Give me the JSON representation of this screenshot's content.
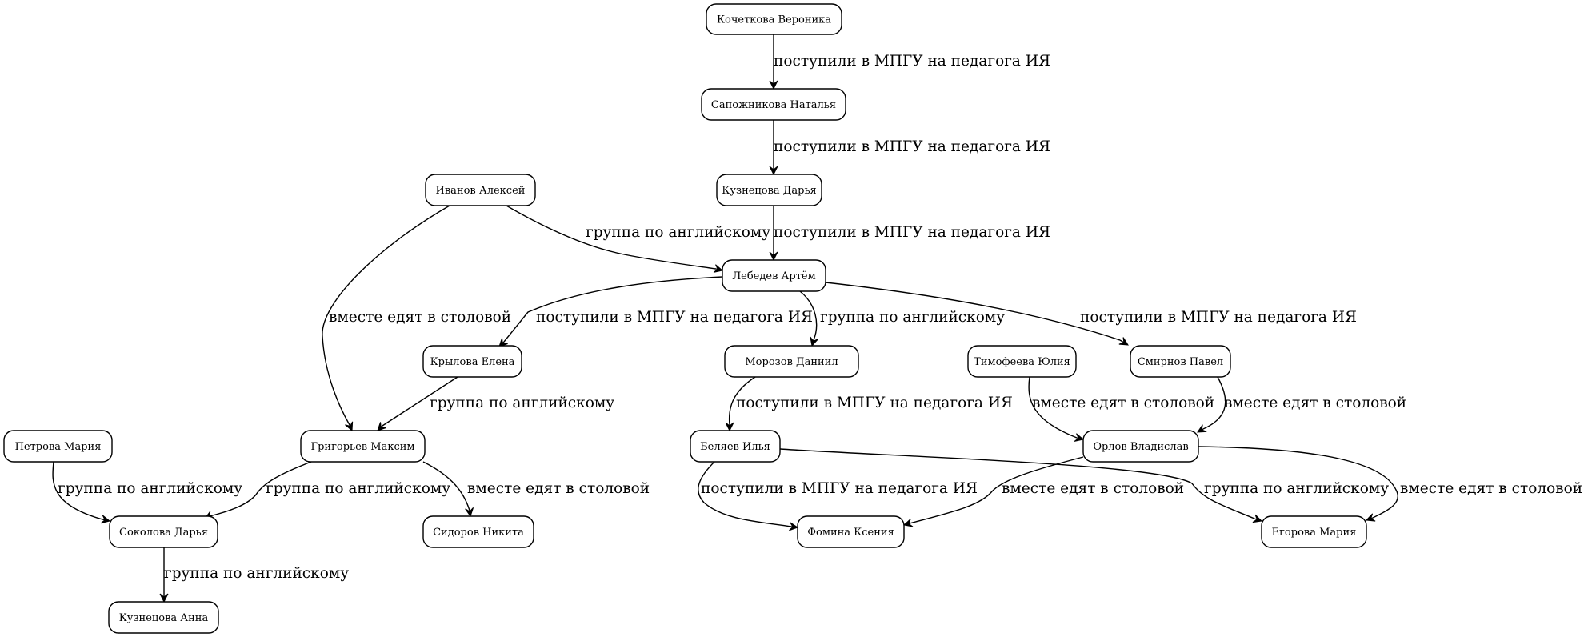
{
  "diagram": {
    "type": "directed-graph",
    "colors": {
      "background": "#ffffff",
      "stroke": "#000000",
      "text": "#000000"
    },
    "nodes": [
      {
        "id": "kochetkova",
        "label": "Кочеткова Вероника"
      },
      {
        "id": "sapozhnikova",
        "label": "Сапожникова Наталья"
      },
      {
        "id": "kuznetsova_d",
        "label": "Кузнецова Дарья"
      },
      {
        "id": "ivanov",
        "label": "Иванов Алексей"
      },
      {
        "id": "lebedev",
        "label": "Лебедев Артём"
      },
      {
        "id": "krylova",
        "label": "Крылова Елена"
      },
      {
        "id": "morozov",
        "label": "Морозов Даниил"
      },
      {
        "id": "timofeeva",
        "label": "Тимофеева Юлия"
      },
      {
        "id": "smirnov",
        "label": "Смирнов Павел"
      },
      {
        "id": "petrova",
        "label": "Петрова Мария"
      },
      {
        "id": "grigoriev",
        "label": "Григорьев Максим"
      },
      {
        "id": "belyaev",
        "label": "Беляев Илья"
      },
      {
        "id": "orlov",
        "label": "Орлов Владислав"
      },
      {
        "id": "sokolova",
        "label": "Соколова Дарья"
      },
      {
        "id": "sidorov",
        "label": "Сидоров Никита"
      },
      {
        "id": "fomina",
        "label": "Фомина Ксения"
      },
      {
        "id": "egorova",
        "label": "Егорова Мария"
      },
      {
        "id": "kuznetsova_a",
        "label": "Кузнецова Анна"
      }
    ],
    "edges": [
      {
        "from": "kochetkova",
        "to": "sapozhnikova",
        "label": "поступили в МПГУ на педагога ИЯ"
      },
      {
        "from": "sapozhnikova",
        "to": "kuznetsova_d",
        "label": "поступили в МПГУ на педагога ИЯ"
      },
      {
        "from": "kuznetsova_d",
        "to": "lebedev",
        "label": "поступили в МПГУ на педагога ИЯ"
      },
      {
        "from": "ivanov",
        "to": "lebedev",
        "label": "группа по английскому"
      },
      {
        "from": "ivanov",
        "to": "grigoriev",
        "label": "вместе едят в столовой"
      },
      {
        "from": "lebedev",
        "to": "krylova",
        "label": "поступили в МПГУ на педагога ИЯ"
      },
      {
        "from": "lebedev",
        "to": "morozov",
        "label": "группа по английскому"
      },
      {
        "from": "lebedev",
        "to": "smirnov",
        "label": "поступили в МПГУ на педагога ИЯ"
      },
      {
        "from": "krylova",
        "to": "grigoriev",
        "label": "группа по английскому"
      },
      {
        "from": "morozov",
        "to": "belyaev",
        "label": "поступили в МПГУ на педагога ИЯ"
      },
      {
        "from": "timofeeva",
        "to": "orlov",
        "label": "вместе едят в столовой"
      },
      {
        "from": "smirnov",
        "to": "orlov",
        "label": "вместе едят в столовой"
      },
      {
        "from": "petrova",
        "to": "sokolova",
        "label": "группа по английскому"
      },
      {
        "from": "grigoriev",
        "to": "sokolova",
        "label": "группа по английскому"
      },
      {
        "from": "grigoriev",
        "to": "sidorov",
        "label": "вместе едят в столовой"
      },
      {
        "from": "belyaev",
        "to": "fomina",
        "label": "поступили в МПГУ на педагога ИЯ"
      },
      {
        "from": "belyaev",
        "to": "egorova",
        "label": "группа по английскому"
      },
      {
        "from": "orlov",
        "to": "fomina",
        "label": "вместе едят в столовой"
      },
      {
        "from": "orlov",
        "to": "egorova",
        "label": "вместе едят в столовой"
      },
      {
        "from": "sokolova",
        "to": "kuznetsova_a",
        "label": "группа по английскому"
      }
    ]
  }
}
